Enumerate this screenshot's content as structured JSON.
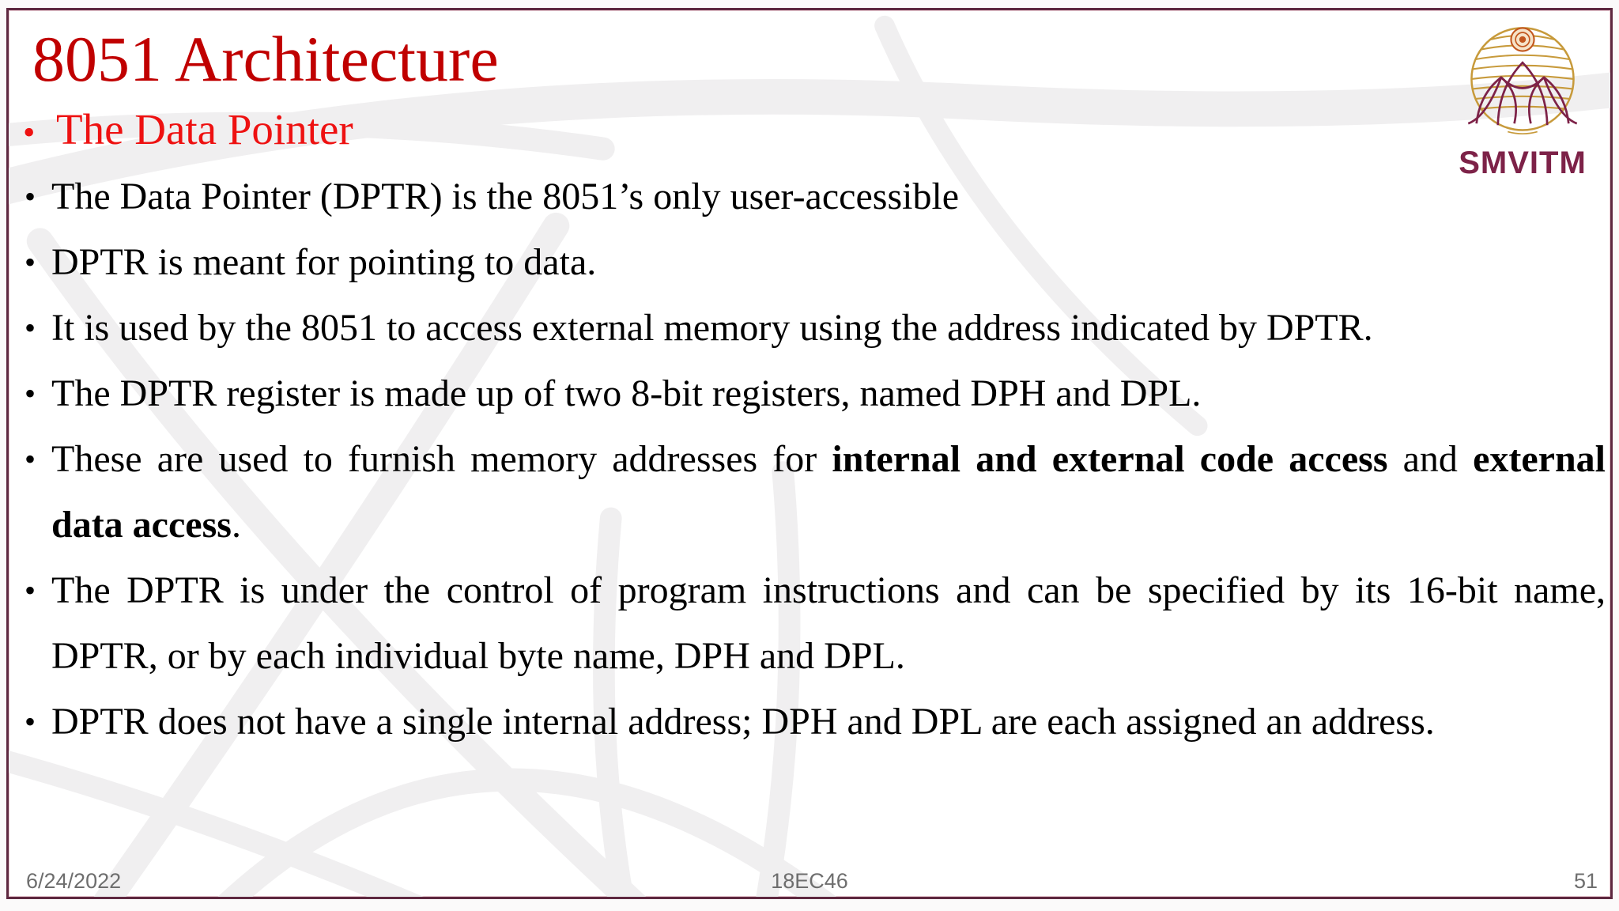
{
  "slide": {
    "title": "8051 Architecture",
    "marker": "•",
    "lead_bullet": "The Data Pointer",
    "bullets": [
      {
        "text": "The Data Pointer (DPTR) is the 8051’s only user-accessible"
      },
      {
        "text": "DPTR is meant for pointing to data."
      },
      {
        "text": "It is used by the 8051 to access external memory using the address indicated by DPTR."
      },
      {
        "text": "The DPTR register is made up of two 8-bit registers, named DPH and DPL."
      },
      {
        "pre": "These are used to furnish memory addresses for ",
        "bold_1": "internal and external code access",
        "mid": " and ",
        "bold_2": "external data access",
        "post": "."
      },
      {
        "text": "The DPTR is under the control of program instructions and can be specified by its 16-bit name, DPTR, or by each individual byte name, DPH and DPL."
      },
      {
        "text": "DPTR does not have a single internal address; DPH and DPL are each assigned an address."
      }
    ],
    "footer": {
      "date": "6/24/2022",
      "course_code": "18EC46",
      "page_number": "51"
    },
    "logo": {
      "label": "SMVITM"
    },
    "colors": {
      "title_red": "#c00000",
      "lead_red": "#ee1111",
      "border_maroon": "#5e2840",
      "footer_gray": "#6e6e6e",
      "logo_maroon": "#7d2248",
      "logo_gold": "#c79a3b",
      "logo_orange": "#c2561d",
      "watermark_gray": "#f0eff0"
    }
  }
}
